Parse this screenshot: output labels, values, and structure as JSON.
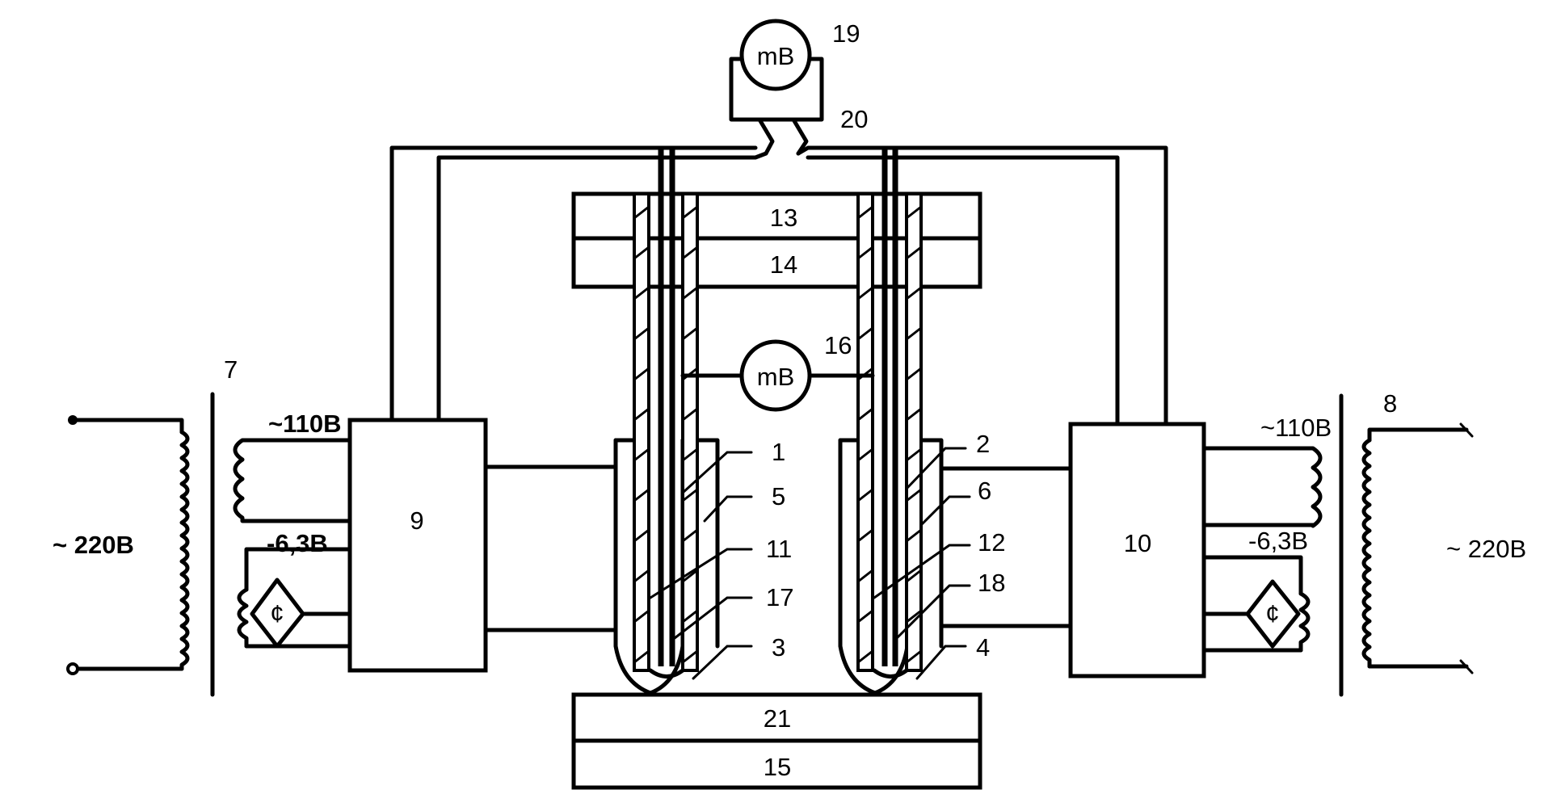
{
  "diagram": {
    "meter_top": {
      "symbol": "mB",
      "label": "19"
    },
    "switch_label": "20",
    "meter_mid": {
      "symbol": "mB",
      "label": "16"
    },
    "clamp_top_label": "13",
    "clamp_bottom_label": "14",
    "base_top_label": "21",
    "base_bottom_label": "15",
    "left_unit_label": "9",
    "right_unit_label": "10",
    "left_transformer_label": "7",
    "right_transformer_label": "8",
    "left_mains": "~ 220B",
    "right_mains": "~ 220B",
    "left_ac_out": "~110B",
    "right_ac_out": "~110B",
    "left_dc_out": "-6,3B",
    "right_dc_out": "-6,3B",
    "left_callouts": [
      "1",
      "5",
      "11",
      "17",
      "3"
    ],
    "right_callouts": [
      "2",
      "6",
      "12",
      "18",
      "4"
    ]
  }
}
